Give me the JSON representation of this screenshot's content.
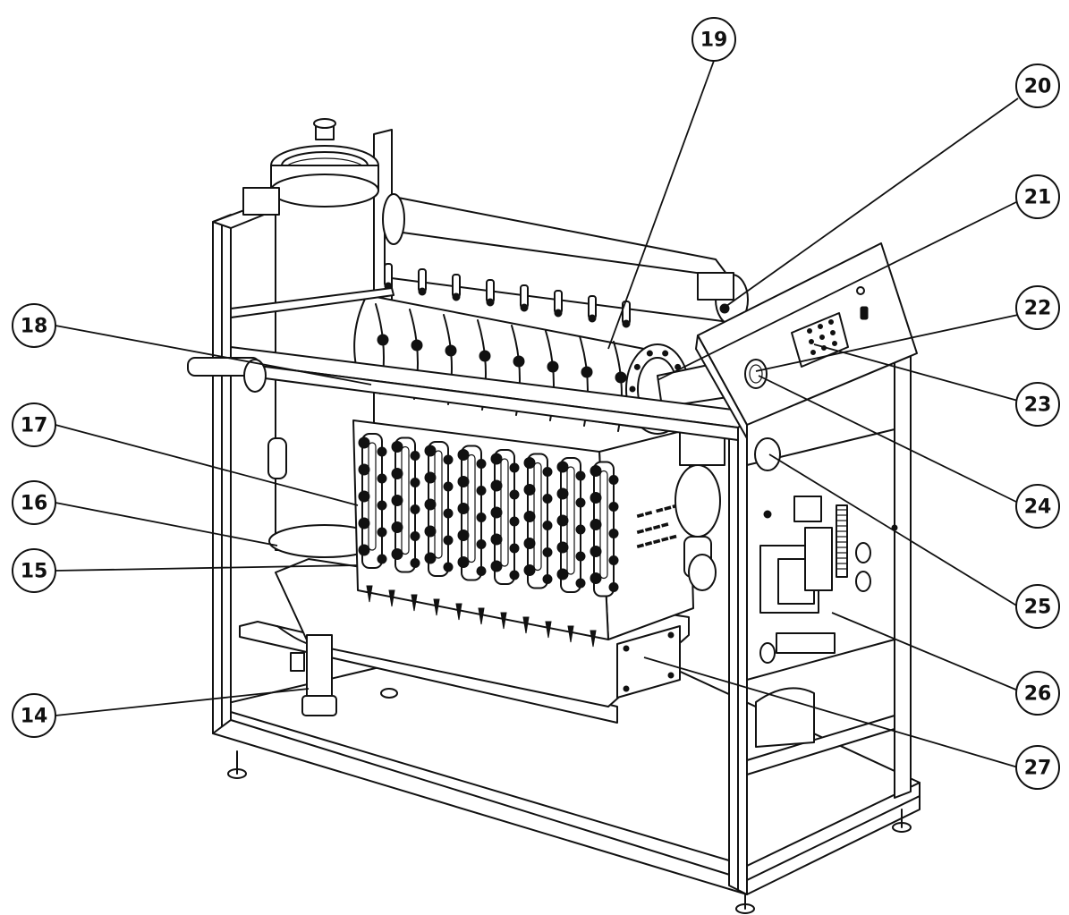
{
  "callouts": [
    {
      "id": "c14",
      "label": "14"
    },
    {
      "id": "c15",
      "label": "15"
    },
    {
      "id": "c16",
      "label": "16"
    },
    {
      "id": "c17",
      "label": "17"
    },
    {
      "id": "c18",
      "label": "18"
    },
    {
      "id": "c19",
      "label": "19"
    },
    {
      "id": "c20",
      "label": "20"
    },
    {
      "id": "c21",
      "label": "21"
    },
    {
      "id": "c22",
      "label": "22"
    },
    {
      "id": "c23",
      "label": "23"
    },
    {
      "id": "c24",
      "label": "24"
    },
    {
      "id": "c25",
      "label": "25"
    },
    {
      "id": "c26",
      "label": "26"
    },
    {
      "id": "c27",
      "label": "27"
    }
  ]
}
